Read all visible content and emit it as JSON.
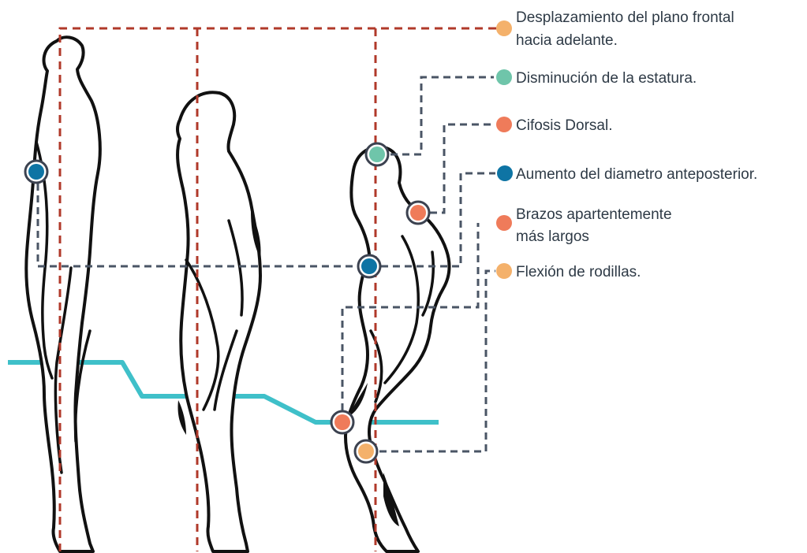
{
  "colors": {
    "orange": "#f4b16b",
    "teal": "#6fc5aa",
    "coral": "#ef7b5a",
    "blue": "#0e74a4",
    "baseline": "#3fc0c9",
    "axis": "#b0392a",
    "connector": "#4a5565"
  },
  "legend": [
    {
      "lines": [
        "Desplazamiento del plano frontal",
        "hacia adelante."
      ],
      "color": "orange"
    },
    {
      "lines": [
        "Disminución de la estatura."
      ],
      "color": "teal"
    },
    {
      "lines": [
        "Cifosis Dorsal."
      ],
      "color": "coral"
    },
    {
      "lines": [
        "Aumento del diametro anteposterior."
      ],
      "color": "blue"
    },
    {
      "lines": [
        "Brazos apartentemente",
        "más largos"
      ],
      "color": "coral"
    },
    {
      "lines": [
        "Flexión de rodillas."
      ],
      "color": "orange"
    }
  ],
  "figures": [
    "upright-figure",
    "slightly-stooped-figure",
    "stooped-elderly-figure"
  ]
}
